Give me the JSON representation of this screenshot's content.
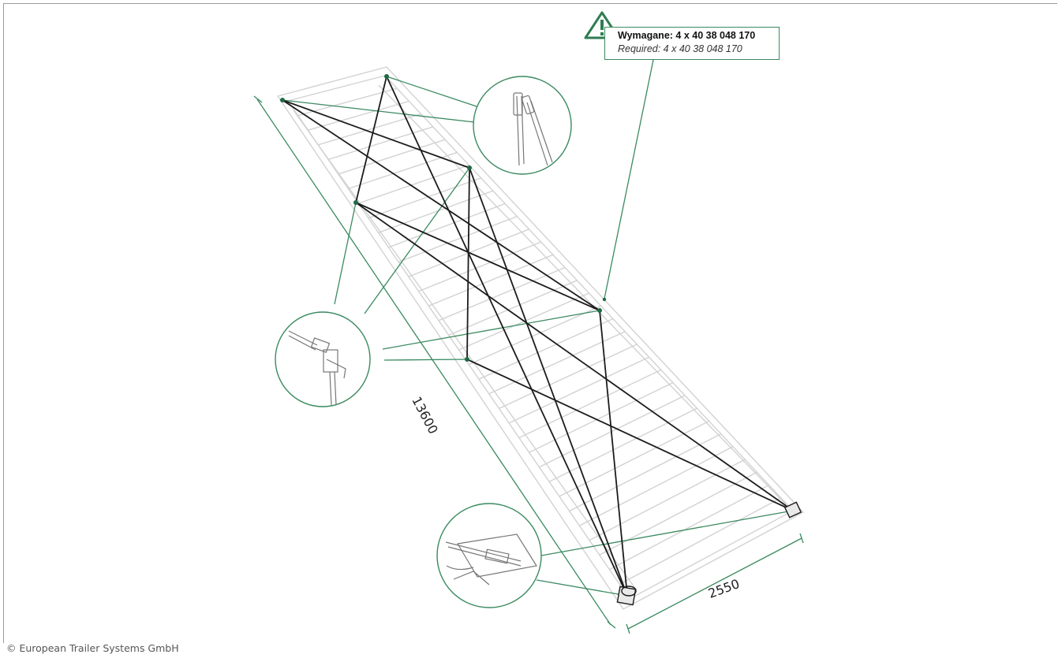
{
  "callout": {
    "line1": "Wymagane: 4 x 40 38 048 170",
    "line2": "Required: 4 x 40 38 048 170"
  },
  "dimensions": {
    "length": "13600",
    "width": "2550"
  },
  "copyright": "© European Trailer Systems GmbH",
  "colors": {
    "accent": "#3a8a5f",
    "lashing": "#1c1c1c",
    "trailer": "#cfcfcf"
  },
  "icons": [
    "warning-triangle-icon"
  ]
}
